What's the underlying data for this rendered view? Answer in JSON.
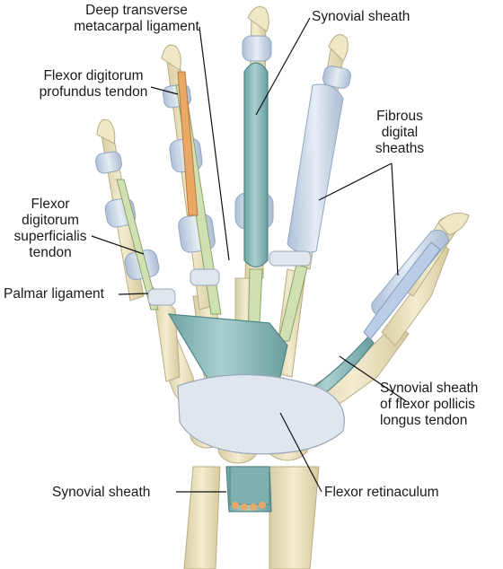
{
  "labels": {
    "deep_transverse": [
      "Deep transverse",
      "metacarpal ligament"
    ],
    "synovial_top": [
      "Synovial sheath"
    ],
    "fdp": [
      "Flexor digitorum",
      "profundus tendon"
    ],
    "fibrous": [
      "Fibrous",
      "digital",
      "sheaths"
    ],
    "fds": [
      "Flexor",
      "digitorum",
      "superficialis",
      "tendon"
    ],
    "palmar": [
      "Palmar ligament"
    ],
    "fpl": [
      "Synovial sheath",
      "of flexor pollicis",
      "longus tendon"
    ],
    "synovial_bottom": [
      "Synovial sheath"
    ],
    "retinaculum": [
      "Flexor retinaculum"
    ]
  },
  "colors": {
    "bone": "#ece3bf",
    "bone_edge": "#b9ad85",
    "sheath": "#8fbcbc",
    "sheath_dark": "#5e9494",
    "fibrous": "#c9d6e6",
    "tendon_green": "#cfe0b2",
    "tendon_orange": "#e9a866",
    "ligament": "#dfe6ee",
    "leader": "#111111"
  }
}
